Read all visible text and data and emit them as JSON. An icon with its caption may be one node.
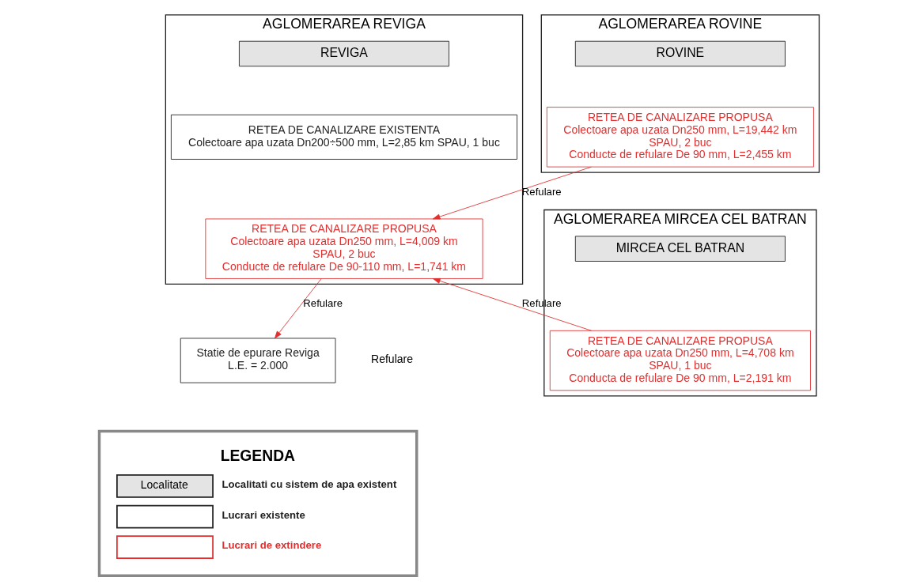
{
  "diagram": {
    "nodes": [
      {
        "text": [
          "AGLOMERAREA REVIGA"
        ]
      },
      {
        "text": [
          "REVIGA"
        ],
        "in": 0
      },
      {
        "text": [
          "RETEA DE CANALIZARE EXISTENTA",
          "Colectoare apa uzata Dn200÷500 mm, L=2,85 km SPAU, 1 buc"
        ],
        "in": 0
      },
      {
        "text": [
          "RETEA DE CANALIZARE PROPUSA",
          "Colectoare apa uzata Dn250 mm, L=4,009 km",
          "SPAU, 2 buc",
          "Conducte de refulare De 90-110 mm, L=1,741 km"
        ],
        "in": 0
      },
      {
        "text": [
          "AGLOMERAREA ROVINE"
        ]
      },
      {
        "text": [
          "ROVINE"
        ],
        "in": 4
      },
      {
        "text": [
          "RETEA DE CANALIZARE PROPUSA",
          "Colectoare apa uzata Dn250 mm, L=19,442 km",
          "SPAU, 2 buc",
          "Conducte de refulare De 90 mm, L=2,455 km"
        ],
        "in": 4
      },
      {
        "text": [
          "AGLOMERAREA MIRCEA CEL BATRAN"
        ]
      },
      {
        "text": [
          "MIRCEA CEL BATRAN"
        ],
        "in": 7
      },
      {
        "text": [
          "RETEA DE CANALIZARE PROPUSA",
          "Colectoare apa uzata Dn250 mm, L=4,708 km",
          "SPAU, 1 buc",
          "Conducta de refulare De 90 mm, L=2,191 km"
        ],
        "in": 7
      },
      {
        "text": [
          "Statie de epurare Reviga",
          "L.E. = 2.000"
        ]
      }
    ],
    "edges": [
      {
        "from": 6,
        "to": 3,
        "arrow": "to",
        "label": "Refulare"
      },
      {
        "from": 9,
        "to": 3,
        "arrow": "to",
        "label": "Refulare"
      },
      {
        "from": 3,
        "to": 10,
        "arrow": "to",
        "label": "Refulare"
      }
    ],
    "labels": [
      "Refulare",
      "LEGENDA",
      "Localitate"
    ],
    "legend": [
      {
        "text": "Localitati cu sistem de apa existent"
      },
      {
        "text": "Lucrari existente"
      },
      {
        "text": "Lucrari de extindere"
      }
    ]
  }
}
